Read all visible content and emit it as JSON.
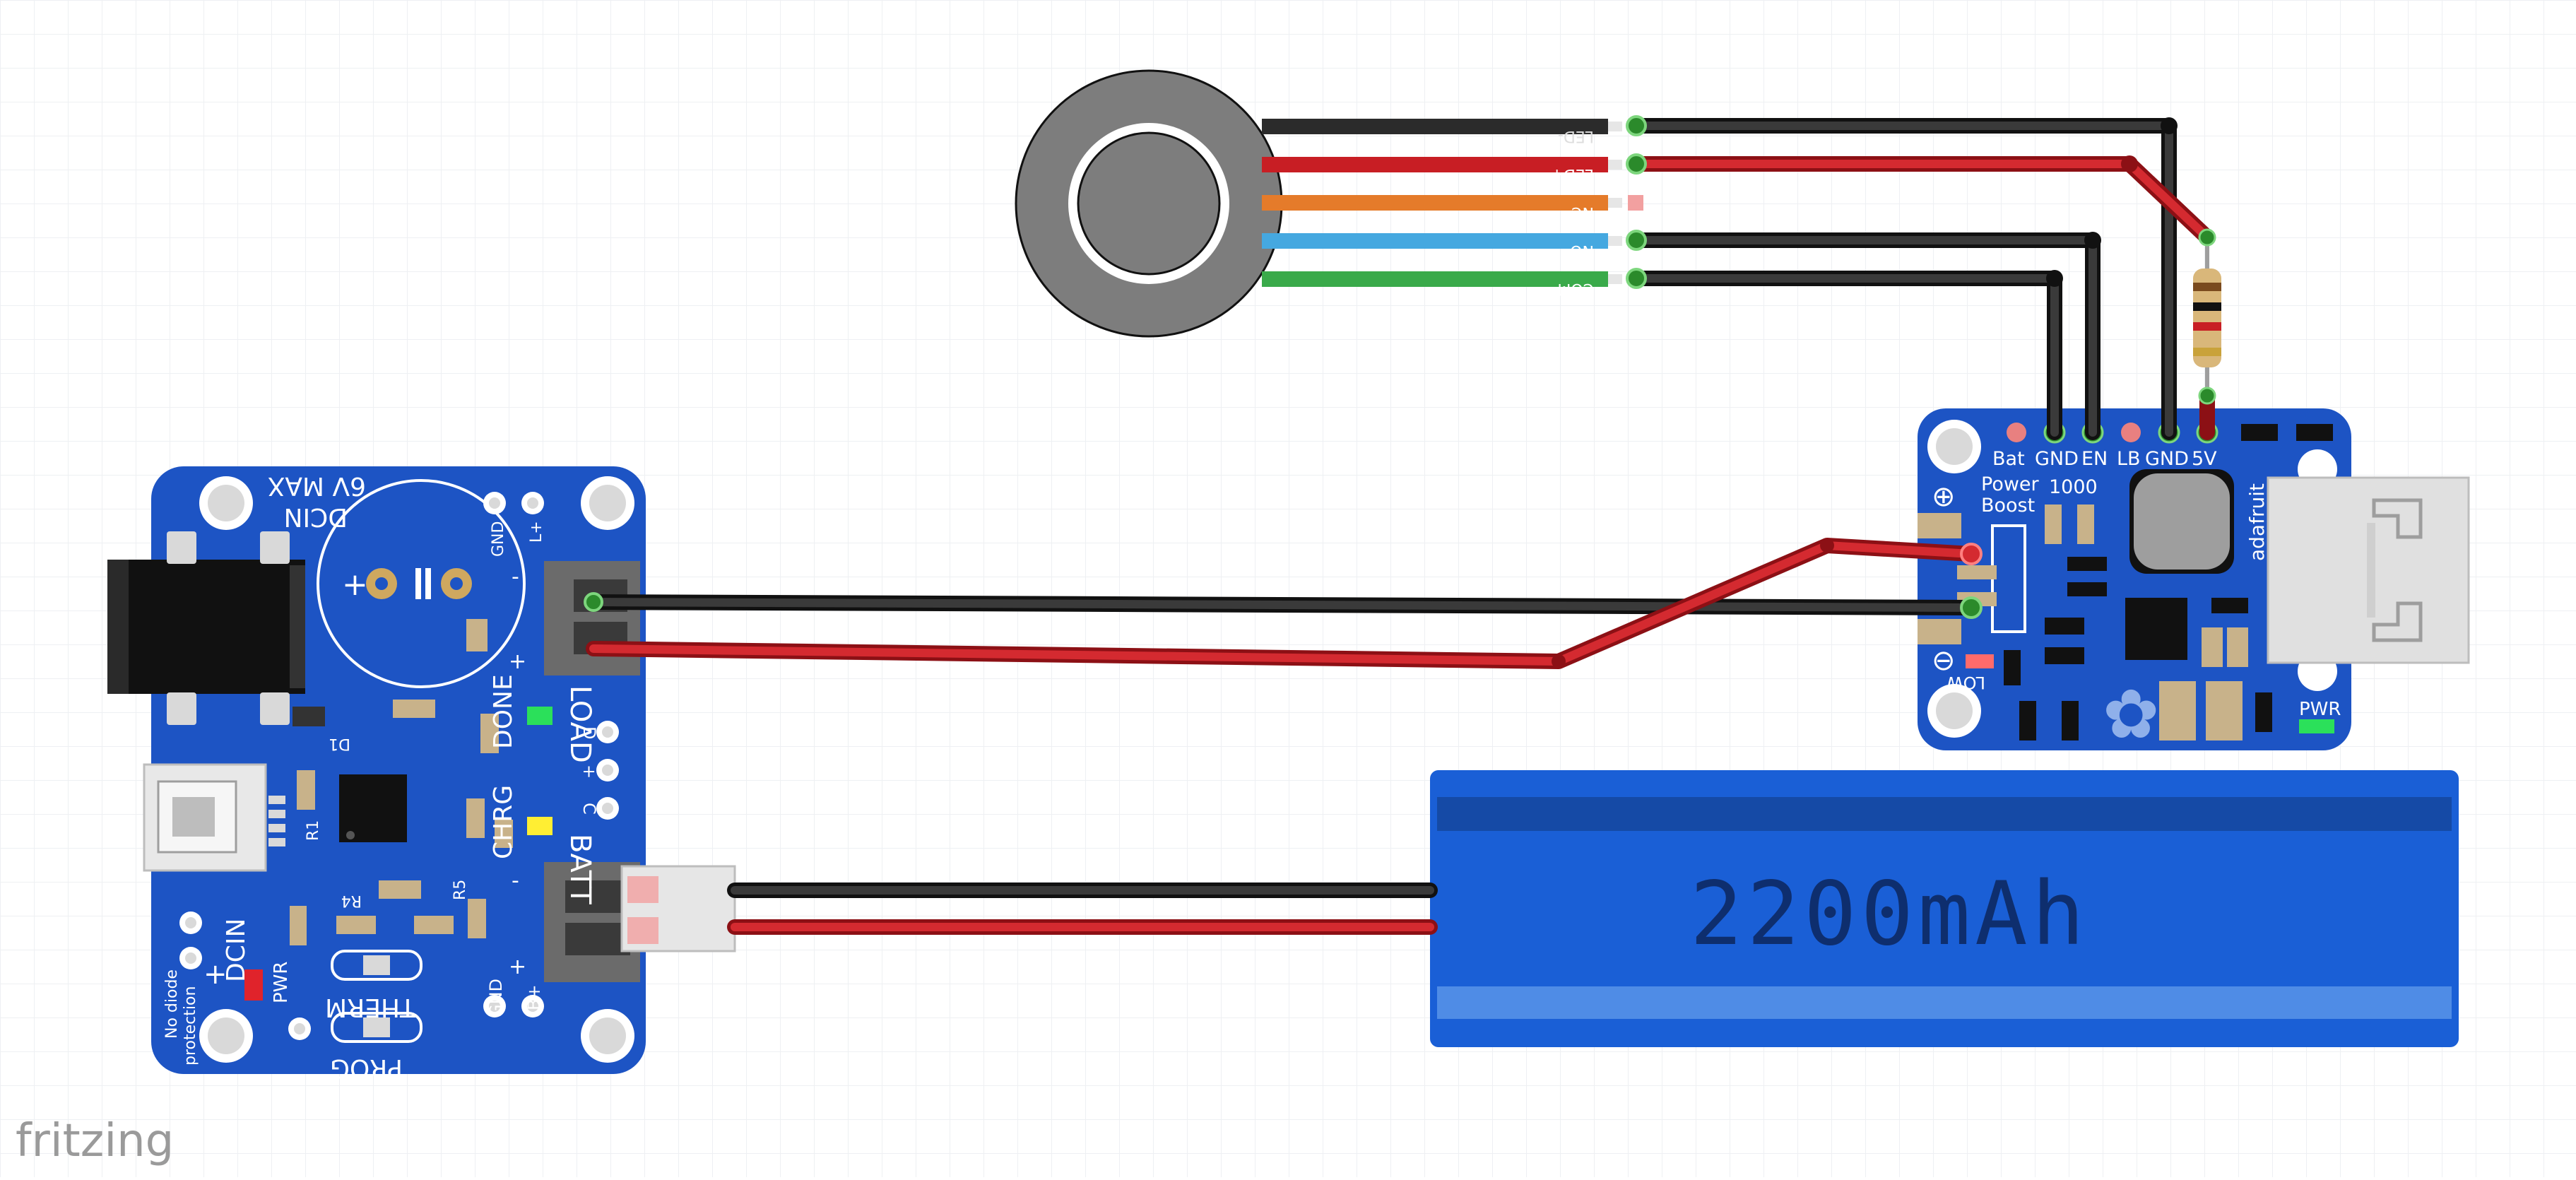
{
  "app": {
    "logo": "fritzing"
  },
  "colors": {
    "pcb": "#1d54c4",
    "wire_black": "#2b2b2b",
    "wire_red": "#c81e24",
    "wire_orange": "#e57b2a",
    "wire_blue": "#45a8e0",
    "wire_green": "#3aaa4a",
    "battery_blue": "#1a5fd6",
    "grid": "#eef0f3"
  },
  "button": {
    "pins": [
      {
        "label": "LED-",
        "color": "#2b2b2b"
      },
      {
        "label": "LED+",
        "color": "#c81e24"
      },
      {
        "label": "NC",
        "color": "#e57b2a"
      },
      {
        "label": "NO",
        "color": "#45a8e0"
      },
      {
        "label": "COM",
        "color": "#3aaa4a"
      }
    ]
  },
  "charger": {
    "labels": {
      "dcin": "DCIN",
      "max": "6V MAX",
      "load": "LOAD",
      "batt": "BATT",
      "done": "DONE",
      "chrg": "CHRG",
      "therm": "THERM",
      "prog": "PROG",
      "pwr": "PWR",
      "dcin2": "DCIN",
      "no_diode": "No diode",
      "protection": "protection",
      "gnd_top": "GND",
      "lplus": "L+",
      "gnd_bottom": "GND",
      "bplus": "B+",
      "r1": "R1",
      "r4": "R4",
      "r5": "R5",
      "d1": "D1",
      "d": "D",
      "plus": "+",
      "c": "C",
      "minus": "-"
    }
  },
  "powerboost": {
    "pin_labels": [
      "Bat",
      "GND",
      "EN",
      "LB",
      "GND",
      "5V"
    ],
    "title1": "Power",
    "title2": "Boost",
    "model": "1000",
    "brand": "adafruit",
    "low": "LOW",
    "pwr": "PWR"
  },
  "battery": {
    "label": "2200mAh"
  }
}
